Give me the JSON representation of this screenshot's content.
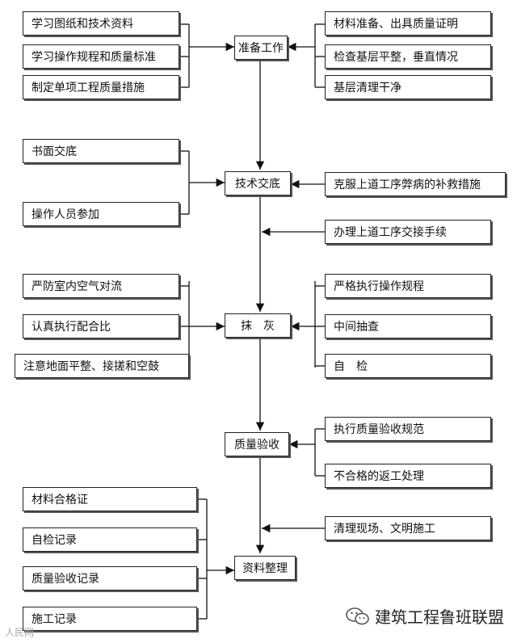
{
  "central": {
    "step1": "准备工作",
    "step2": "技术交底",
    "step3": "抹　灰",
    "step4": "质量验收",
    "step5": "资料整理"
  },
  "left": {
    "prep": [
      "学习图纸和技术资料",
      "学习操作规程和质量标准",
      "制定单项工程质量措施"
    ],
    "tech": [
      "书面交底",
      "操作人员参加"
    ],
    "plaster": [
      "严防室内空气对流",
      "认真执行配合比",
      "注意地面平整、接搓和空鼓"
    ],
    "records": [
      "材料合格证",
      "自检记录",
      "质量验收记录",
      "施工记录"
    ]
  },
  "right": {
    "prep": [
      "材料准备、出具质量证明",
      "检查基层平整，垂直情况",
      "基层清理干净"
    ],
    "tech": [
      "克服上道工序弊病的补救措施",
      "办理上道工序交接手续"
    ],
    "plaster": [
      "严格执行操作规程",
      "中间抽查",
      "自　检"
    ],
    "acceptance": [
      "执行质量验收规范",
      "不合格的返工处理"
    ],
    "cleanup": [
      "清理现场、文明施工"
    ]
  },
  "watermark": "建筑工程鲁班联盟",
  "corner_mark": "人民网"
}
